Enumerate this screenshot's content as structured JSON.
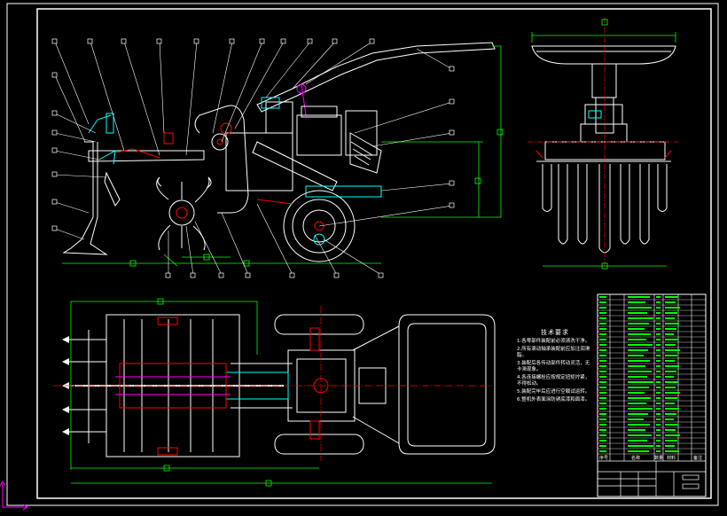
{
  "tech_notes": {
    "title": "技术要求",
    "lines": [
      "1.各零部件装配前必须清洗干净。",
      "2.所有滚动轴承装配前应加注润滑脂。",
      "3.装配后各传动部件转动灵活，无卡滞现象。",
      "4.各连接螺栓应按规定扭矩拧紧，不得松动。",
      "5.装配完毕后应进行空载试运转。",
      "6.整机外表面涂防锈底漆和面漆。"
    ]
  },
  "title_block": {
    "col_labels": [
      "序号",
      "名称",
      "数量",
      "材料",
      "备注"
    ]
  },
  "colors": {
    "frame": "#ffffff",
    "outline": "#ffffff",
    "dimension": "#00ff00",
    "centerline": "#ff0000",
    "hatch": "#00ffff",
    "highlight": "#ff00ff",
    "leader": "#ffffff"
  },
  "icons": {
    "ucs": "ucs-axis-icon"
  }
}
